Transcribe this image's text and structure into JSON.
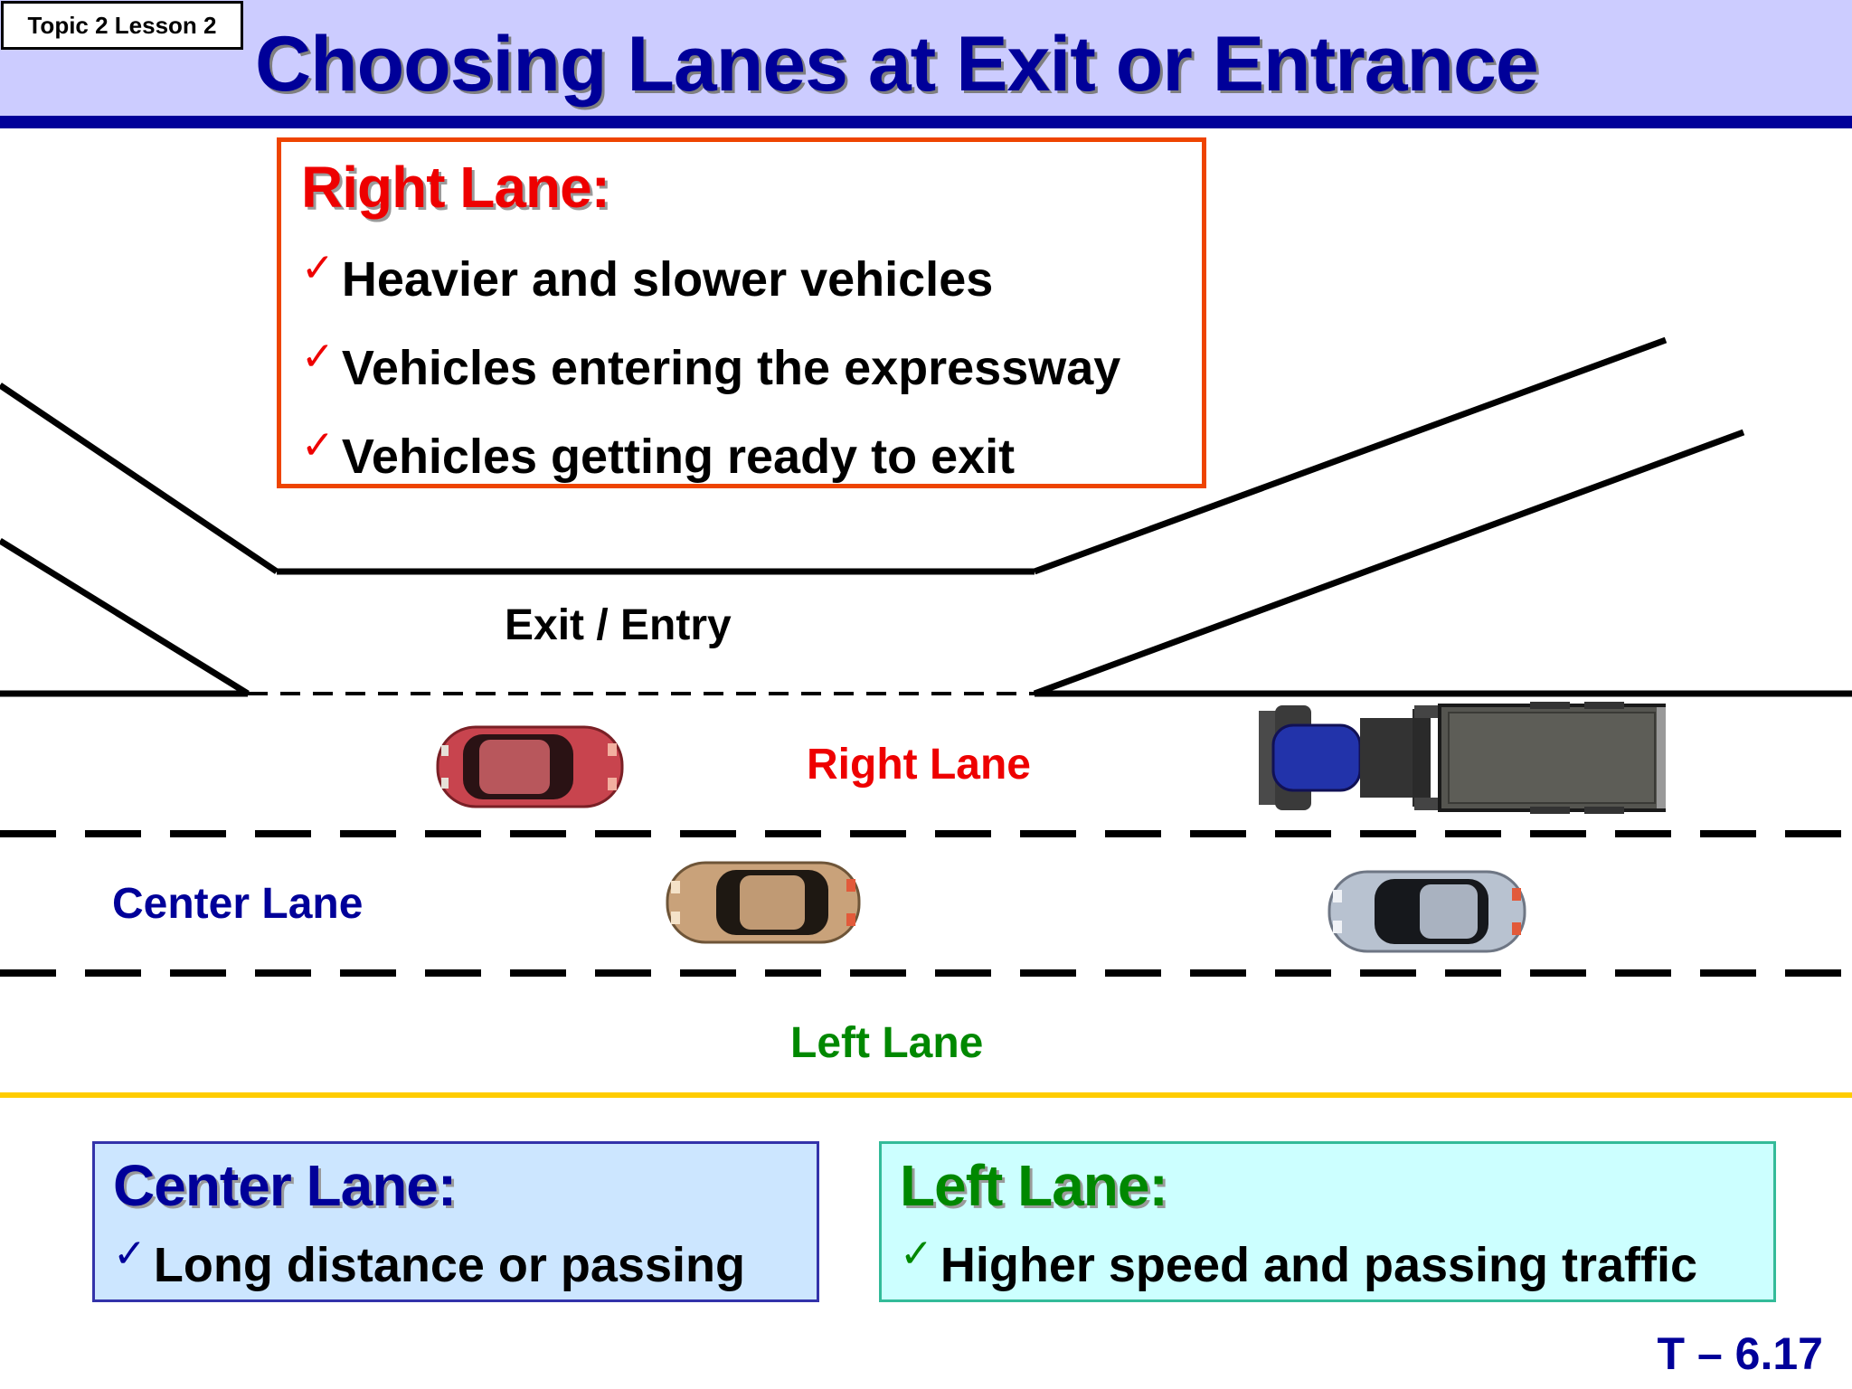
{
  "header": {
    "topic_tag": "Topic 2 Lesson 2",
    "title": "Choosing Lanes at Exit or Entrance"
  },
  "right_lane_box": {
    "heading": "Right Lane:",
    "items": [
      "Heavier and slower vehicles",
      "Vehicles entering the expressway",
      "Vehicles getting ready to exit"
    ]
  },
  "diagram": {
    "exit_entry_label": "Exit / Entry",
    "right_lane_label": "Right Lane",
    "center_lane_label": "Center Lane",
    "left_lane_label": "Left Lane",
    "vehicles": [
      {
        "name": "red-car",
        "color": "#c8444e"
      },
      {
        "name": "tan-car",
        "color": "#c9a27a"
      },
      {
        "name": "silver-car",
        "color": "#b8c2d0"
      },
      {
        "name": "semi-truck",
        "cab_color": "#2233aa",
        "trailer_color": "#555550"
      }
    ]
  },
  "center_lane_box": {
    "heading": "Center Lane:",
    "items": [
      "Long distance or passing"
    ]
  },
  "left_lane_box": {
    "heading": "Left Lane:",
    "items": [
      "Higher speed and passing traffic"
    ]
  },
  "footer": {
    "slide_number": "T – 6.17"
  },
  "colors": {
    "header_background": "#ccccff",
    "header_rule": "#000099",
    "title": "#000099",
    "right_lane": "#ee0000",
    "center_lane": "#000099",
    "left_lane": "#008800",
    "divider": "#ffcc00"
  },
  "icons": {
    "check": "check-mark-icon"
  }
}
